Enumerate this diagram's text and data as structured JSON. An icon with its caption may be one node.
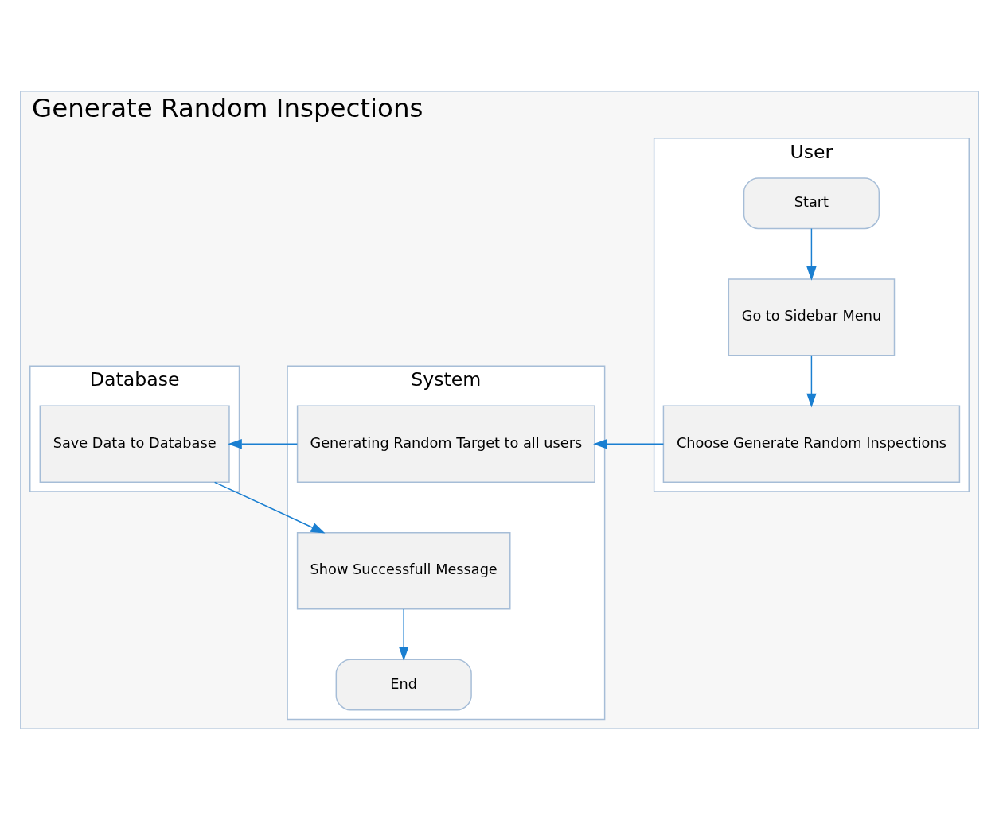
{
  "diagram": {
    "nodes": [
      {
        "text": [
          "Generate Random Inspections"
        ]
      },
      {
        "text": [
          "User"
        ],
        "in": 0
      },
      {
        "text": [
          "System"
        ],
        "in": 0
      },
      {
        "text": [
          "Database"
        ],
        "in": 0
      },
      {
        "text": [
          "Start"
        ],
        "in": 1
      },
      {
        "text": [
          "Go to Sidebar Menu"
        ],
        "in": 1
      },
      {
        "text": [
          "Choose Generate Random Inspections"
        ],
        "in": 1
      },
      {
        "text": [
          "Generating Random Target to all users"
        ],
        "in": 2
      },
      {
        "text": [
          "Show Successfull Message"
        ],
        "in": 2
      },
      {
        "text": [
          "End"
        ],
        "in": 2
      },
      {
        "text": [
          "Save Data to Database"
        ],
        "in": 3
      }
    ],
    "edges": [
      {
        "from": 4,
        "to": 5,
        "arrow": "to"
      },
      {
        "from": 5,
        "to": 6,
        "arrow": "to"
      },
      {
        "from": 6,
        "to": 7,
        "arrow": "to"
      },
      {
        "from": 7,
        "to": 10,
        "arrow": "to"
      },
      {
        "from": 10,
        "to": 8,
        "arrow": "to"
      },
      {
        "from": 8,
        "to": 9,
        "arrow": "to"
      }
    ]
  }
}
